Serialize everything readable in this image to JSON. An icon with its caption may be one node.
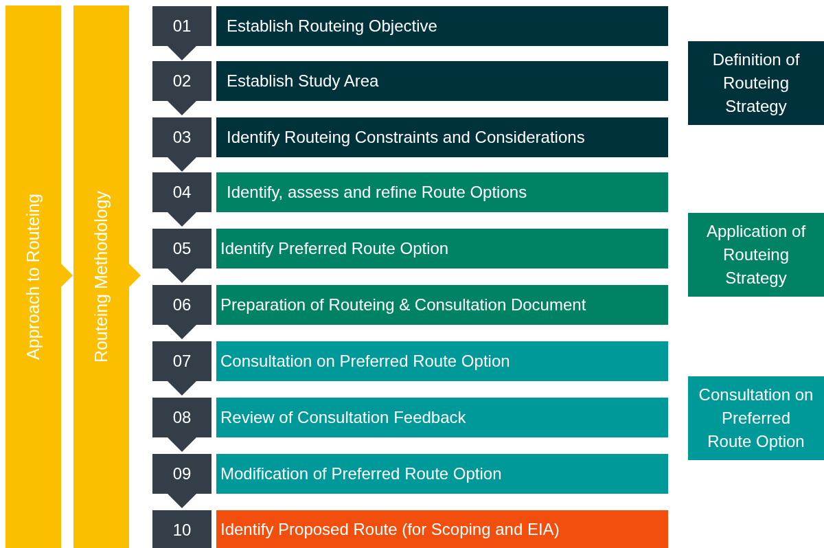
{
  "diagram": {
    "nodes": [
      {
        "text": [
          "Approach to Routeing"
        ]
      },
      {
        "text": [
          "Routeing Methodology"
        ]
      },
      {
        "text": [
          "01"
        ]
      },
      {
        "text": [
          "Establish Routeing Objective"
        ]
      },
      {
        "text": [
          "02"
        ]
      },
      {
        "text": [
          "Establish Study Area"
        ]
      },
      {
        "text": [
          "03"
        ]
      },
      {
        "text": [
          "Identify Routeing Constraints and Considerations"
        ]
      },
      {
        "text": [
          "04"
        ]
      },
      {
        "text": [
          "Identify, assess and refine Route Options"
        ]
      },
      {
        "text": [
          "05"
        ]
      },
      {
        "text": [
          "Identify Preferred Route Option"
        ]
      },
      {
        "text": [
          "06"
        ]
      },
      {
        "text": [
          "Preparation of Routeing & Consultation Document"
        ]
      },
      {
        "text": [
          "07"
        ]
      },
      {
        "text": [
          "Consultation on Preferred Route Option"
        ]
      },
      {
        "text": [
          "08"
        ]
      },
      {
        "text": [
          "Review of Consultation Feedback"
        ]
      },
      {
        "text": [
          "09"
        ]
      },
      {
        "text": [
          "Modification of Preferred Route Option"
        ]
      },
      {
        "text": [
          "10"
        ]
      },
      {
        "text": [
          "Identify Proposed Route (for Scoping and EIA)"
        ]
      },
      {
        "text": [
          "Definition of Routeing Strategy"
        ]
      },
      {
        "text": [
          "Application of Routeing Strategy"
        ]
      },
      {
        "text": [
          "Consultation on Preferred Route Option"
        ]
      }
    ]
  }
}
